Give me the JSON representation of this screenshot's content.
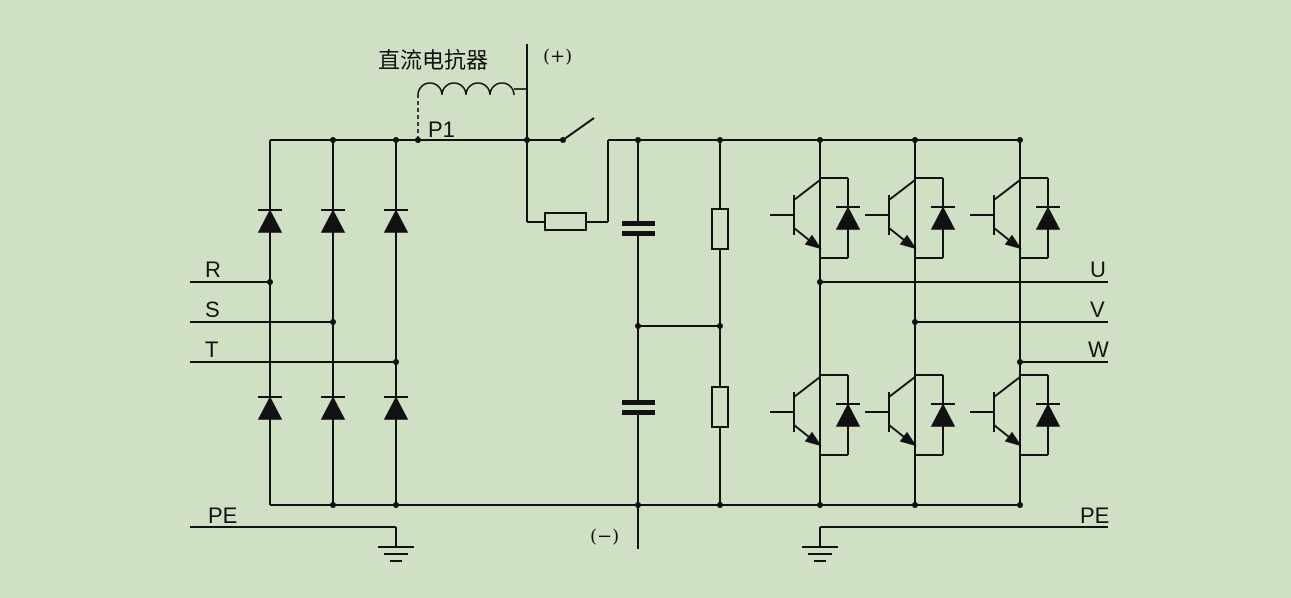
{
  "labels": {
    "reactor": "直流电抗器",
    "p1": "P1",
    "plus": "(+)",
    "minus": "(−)",
    "r": "R",
    "s": "S",
    "t": "T",
    "u": "U",
    "v": "V",
    "w": "W",
    "pe_left": "PE",
    "pe_right": "PE"
  }
}
